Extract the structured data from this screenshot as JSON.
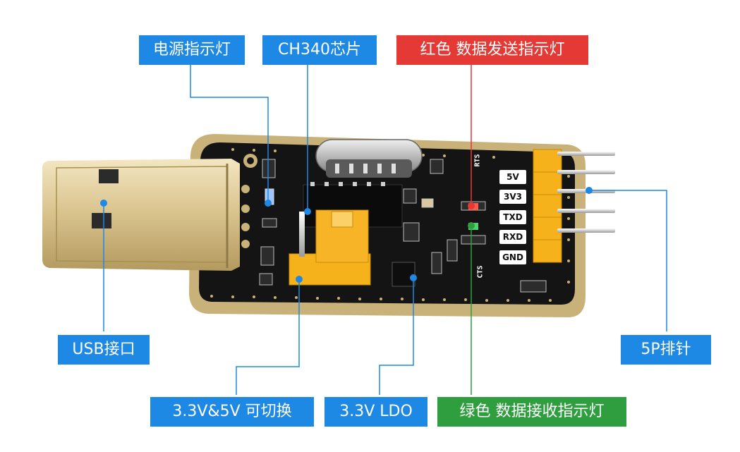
{
  "callouts": {
    "power_led": "电源指示灯",
    "ch340": "CH340芯片",
    "tx_led": "红色 数据发送指示灯",
    "usb": "USB接口",
    "header": "5P排针",
    "switch": "3.3V&5V 可切换",
    "ldo": "3.3V LDO",
    "rx_led": "绿色 数据接收指示灯"
  },
  "pins": [
    "5V",
    "3V3",
    "TXD",
    "RXD",
    "GND"
  ],
  "silkscreen": {
    "rts": "RTS",
    "cts": "CTS"
  },
  "colors": {
    "callout_blue": "#1e88e5",
    "callout_red": "#e53935",
    "callout_green": "#2e9e3e",
    "board_black": "#141414",
    "board_gold": "#c9b27a",
    "jumper_yellow": "#f5b21b"
  }
}
